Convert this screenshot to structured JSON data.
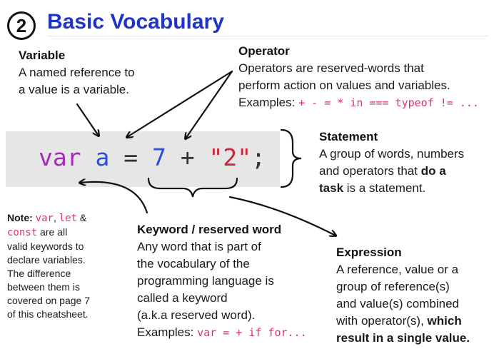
{
  "header": {
    "number": "2",
    "title": "Basic Vocabulary"
  },
  "code": {
    "keyword": "var",
    "variable": "a",
    "assign": "=",
    "number": "7",
    "plus": "+",
    "string": "\"2\"",
    "semicolon": ";"
  },
  "variable": {
    "heading": "Variable",
    "lines": [
      "A named reference to",
      "a value is a variable."
    ]
  },
  "operator": {
    "heading": "Operator",
    "lines": [
      "Operators are reserved-words that",
      "perform action on values and variables."
    ],
    "examples_label": "Examples: ",
    "examples_code": "+ - = * in === typeof != ..."
  },
  "statement": {
    "heading": "Statement",
    "line1": "A group of words, numbers",
    "line2_pre": "and operators that ",
    "line2_bold": "do a",
    "line3_bold": "task",
    "line3_post": " is a statement."
  },
  "note": {
    "label": "Note: ",
    "code_var": "var",
    "sep1": ", ",
    "code_let": "let",
    "sep2": " &",
    "code_const": "const",
    "line2_post": " are all",
    "lines": [
      "valid keywords to",
      "declare variables.",
      "The difference",
      "between them is",
      "covered on page 7",
      "of this cheatsheet."
    ]
  },
  "keyword": {
    "heading": "Keyword / reserved word",
    "lines": [
      "Any word that is part of",
      "the vocabulary of the",
      "programming language is",
      "called a keyword",
      "(a.k.a reserved word)."
    ],
    "examples_label": "Examples: ",
    "examples_code": "var = + if for..."
  },
  "expression": {
    "heading": "Expression",
    "lines": [
      "A reference, value or a",
      "group of reference(s)",
      "and value(s) combined"
    ],
    "line4_pre": "with operator(s), ",
    "line4_bold": "which",
    "line5_bold": "result in a single value."
  },
  "colors": {
    "title_blue": "#1f35c7",
    "keyword_purple": "#a42bb8",
    "variable_blue": "#2b4fd8",
    "string_red": "#c7243a",
    "code_pink": "#d6336c",
    "code_bg": "#e6e6e6"
  }
}
